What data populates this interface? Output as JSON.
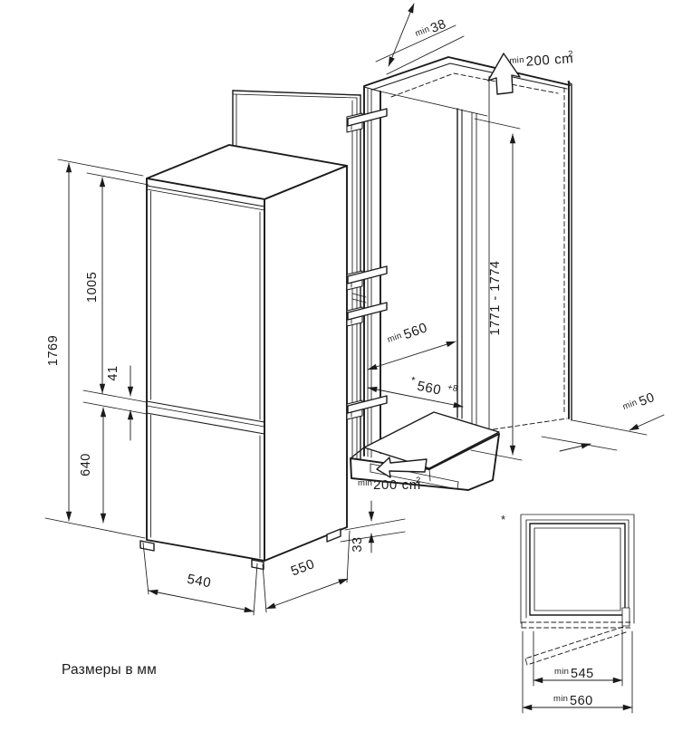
{
  "drawing": {
    "fridge": {
      "height_total": "1769",
      "upper_door_height": "1005",
      "door_gap": "41",
      "lower_door_height": "640",
      "width": "540",
      "depth": "550",
      "foot_height": "33"
    },
    "niche": {
      "top_gap": {
        "prefix": "min",
        "value": "38"
      },
      "top_vent": {
        "prefix": "min",
        "value": "200 cm",
        "sup": "2"
      },
      "height_range": "1771 - 1774",
      "depth_min": {
        "prefix": "min",
        "value": "560"
      },
      "width_plus": {
        "mark": "*",
        "value": "560",
        "sup": "+8"
      },
      "rear_gap": {
        "prefix": "min",
        "value": "50"
      },
      "bottom_vent": {
        "prefix": "min",
        "value": "200 cm",
        "sup": "2"
      }
    },
    "top_view": {
      "footnote_mark": "*",
      "inner_width": {
        "prefix": "min",
        "value": "545"
      },
      "outer_width": {
        "prefix": "min",
        "value": "560"
      }
    },
    "footer": {
      "units_note": "Размеры в мм"
    }
  }
}
